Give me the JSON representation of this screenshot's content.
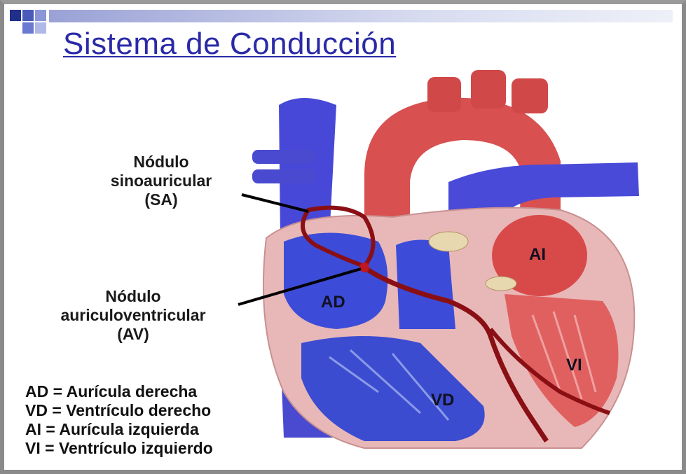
{
  "title": "Sistema de Conducción",
  "labels": {
    "sa_line1": "Nódulo",
    "sa_line2": "sinoauricular",
    "sa_line3": "(SA)",
    "av_line1": "Nódulo",
    "av_line2": "auriculoventricular",
    "av_line3": "(AV)"
  },
  "chambers": {
    "ad": "AD",
    "ai": "AI",
    "vd": "VD",
    "vi": "VI"
  },
  "legend": [
    "AD = Aurícula derecha",
    "VD = Ventrículo derecho",
    "AI = Aurícula izquierda",
    "VI = Ventrículo izquierdo"
  ],
  "colors": {
    "oxygenated": "#d84a4a",
    "deoxygenated": "#3a3ad0",
    "conduction": "#8a0f14",
    "title": "#2a2aa8"
  }
}
